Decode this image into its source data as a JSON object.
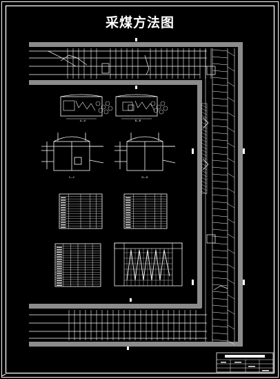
{
  "drawing": {
    "title": "采煤方法图",
    "colors": {
      "background": "#000000",
      "line": "#ffffff",
      "roadway": "#8c8c8c",
      "hatch": "#bfbfbf"
    },
    "section_labels": [
      "A—A",
      "B—B",
      "C—C",
      "D—D"
    ],
    "sheet_marks": [
      "A",
      "A",
      "B",
      "B"
    ]
  }
}
